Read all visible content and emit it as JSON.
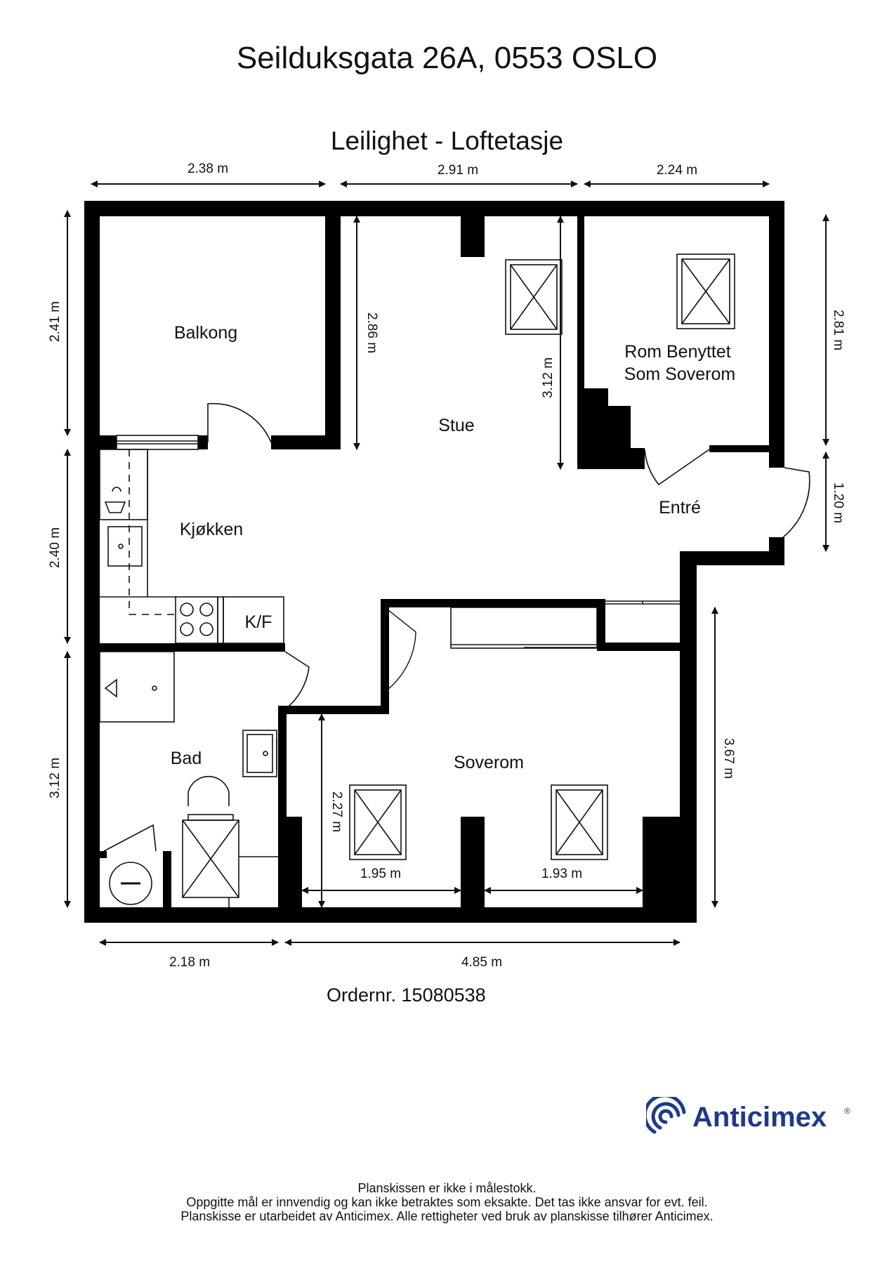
{
  "header": {
    "title": "Seilduksgata 26A, 0553 OSLO",
    "subtitle": "Leilighet  - Loftetasje"
  },
  "rooms": {
    "balkong": "Balkong",
    "stue": "Stue",
    "rom_line1": "Rom Benyttet",
    "rom_line2": "Som Soverom",
    "entre": "Entré",
    "kjokken": "Kjøkken",
    "kf": "K/F",
    "bad": "Bad",
    "soverom": "Soverom"
  },
  "dimensions": {
    "top_left": "2.38 m",
    "top_middle": "2.91 m",
    "top_right": "2.24 m",
    "left_upper": "2.41 m",
    "left_middle": "2.40 m",
    "left_lower": "3.12 m",
    "right_upper": "2.81 m",
    "right_middle": "1.20 m",
    "right_lower": "3.67 m",
    "stue_height": "2.86 m",
    "stue_depth": "3.12 m",
    "soverom_height": "2.27 m",
    "soverom_window_left": "1.95 m",
    "soverom_window_right": "1.93 m",
    "bottom_left": "2.18 m",
    "bottom_right": "4.85 m"
  },
  "order": "Ordernr. 15080538",
  "footer": {
    "line1": "Planskissen er ikke i målestokk.",
    "line2": "Oppgitte mål er innvendig og kan ikke betraktes som eksakte. Det tas ikke ansvar for evt. feil.",
    "line3": "Planskisse er utarbeidet av Anticimex. Alle rettigheter ved bruk av planskisse tilhører Anticimex."
  },
  "logo": {
    "name": "Anticimex",
    "mark": "®",
    "color": "#1e3a8a"
  }
}
